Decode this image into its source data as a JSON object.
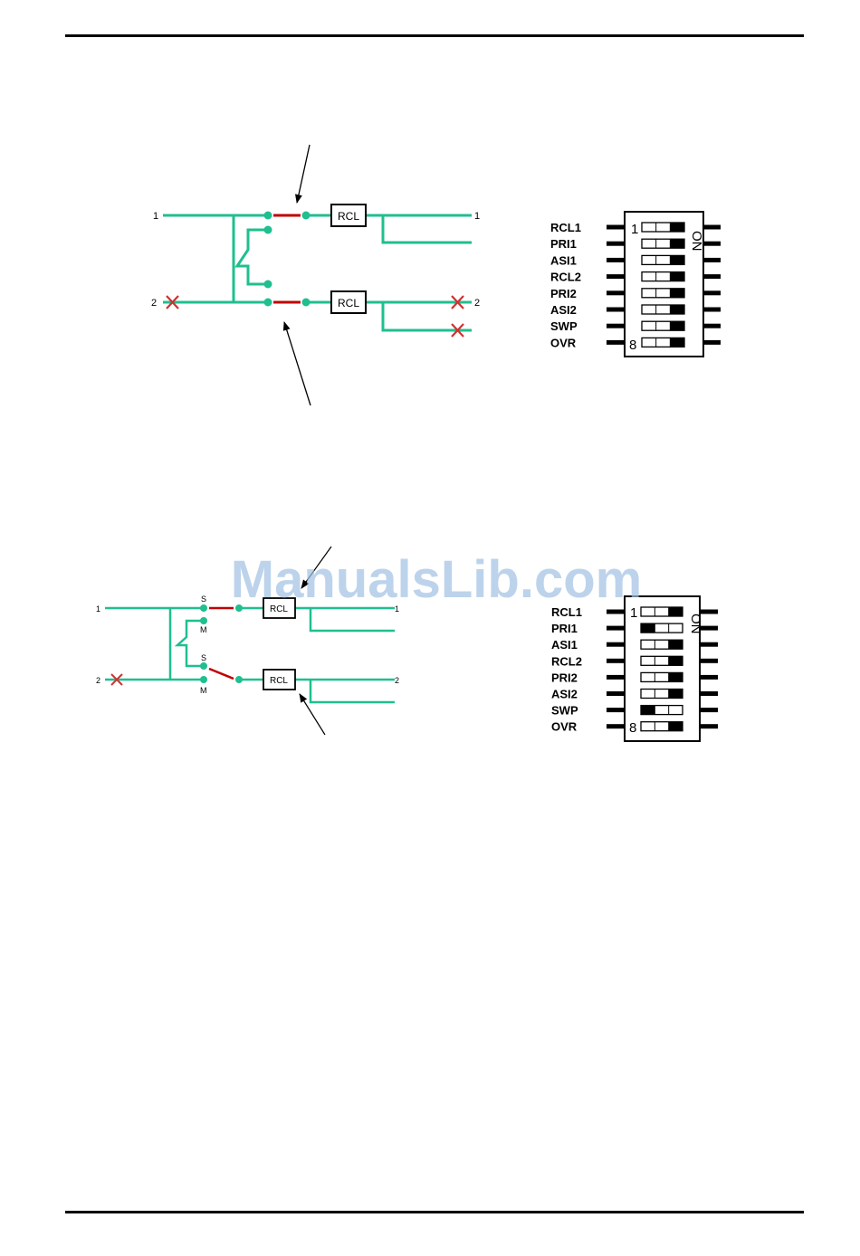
{
  "page": {
    "watermark": "ManualsLib.com"
  },
  "colors": {
    "wire": "#1fbf8f",
    "link": "#c00000",
    "cross": "#d03030",
    "watermark": "#9fc1e3"
  },
  "diagram1": {
    "ports": [
      "1",
      "2"
    ],
    "out_ports": [
      "1",
      "2"
    ],
    "module_label": "RCL",
    "failed_markers": 3
  },
  "diagram2": {
    "ports": [
      "1",
      "2"
    ],
    "out_ports": [
      "1",
      "2"
    ],
    "module_label": "RCL",
    "contact_s": "S",
    "contact_m": "M"
  },
  "dip1": {
    "start_number": "1",
    "end_number": "8",
    "on_label": "ON",
    "switches": [
      {
        "label": "RCL1",
        "on": true
      },
      {
        "label": "PRI1",
        "on": true
      },
      {
        "label": "ASI1",
        "on": true
      },
      {
        "label": "RCL2",
        "on": true
      },
      {
        "label": "PRI2",
        "on": true
      },
      {
        "label": "ASI2",
        "on": true
      },
      {
        "label": "SWP",
        "on": true
      },
      {
        "label": "OVR",
        "on": true
      }
    ]
  },
  "dip2": {
    "start_number": "1",
    "end_number": "8",
    "on_label": "ON",
    "switches": [
      {
        "label": "RCL1",
        "on": true
      },
      {
        "label": "PRI1",
        "on": false
      },
      {
        "label": "ASI1",
        "on": true
      },
      {
        "label": "RCL2",
        "on": true
      },
      {
        "label": "PRI2",
        "on": true
      },
      {
        "label": "ASI2",
        "on": true
      },
      {
        "label": "SWP",
        "on": false
      },
      {
        "label": "OVR",
        "on": true
      }
    ]
  }
}
